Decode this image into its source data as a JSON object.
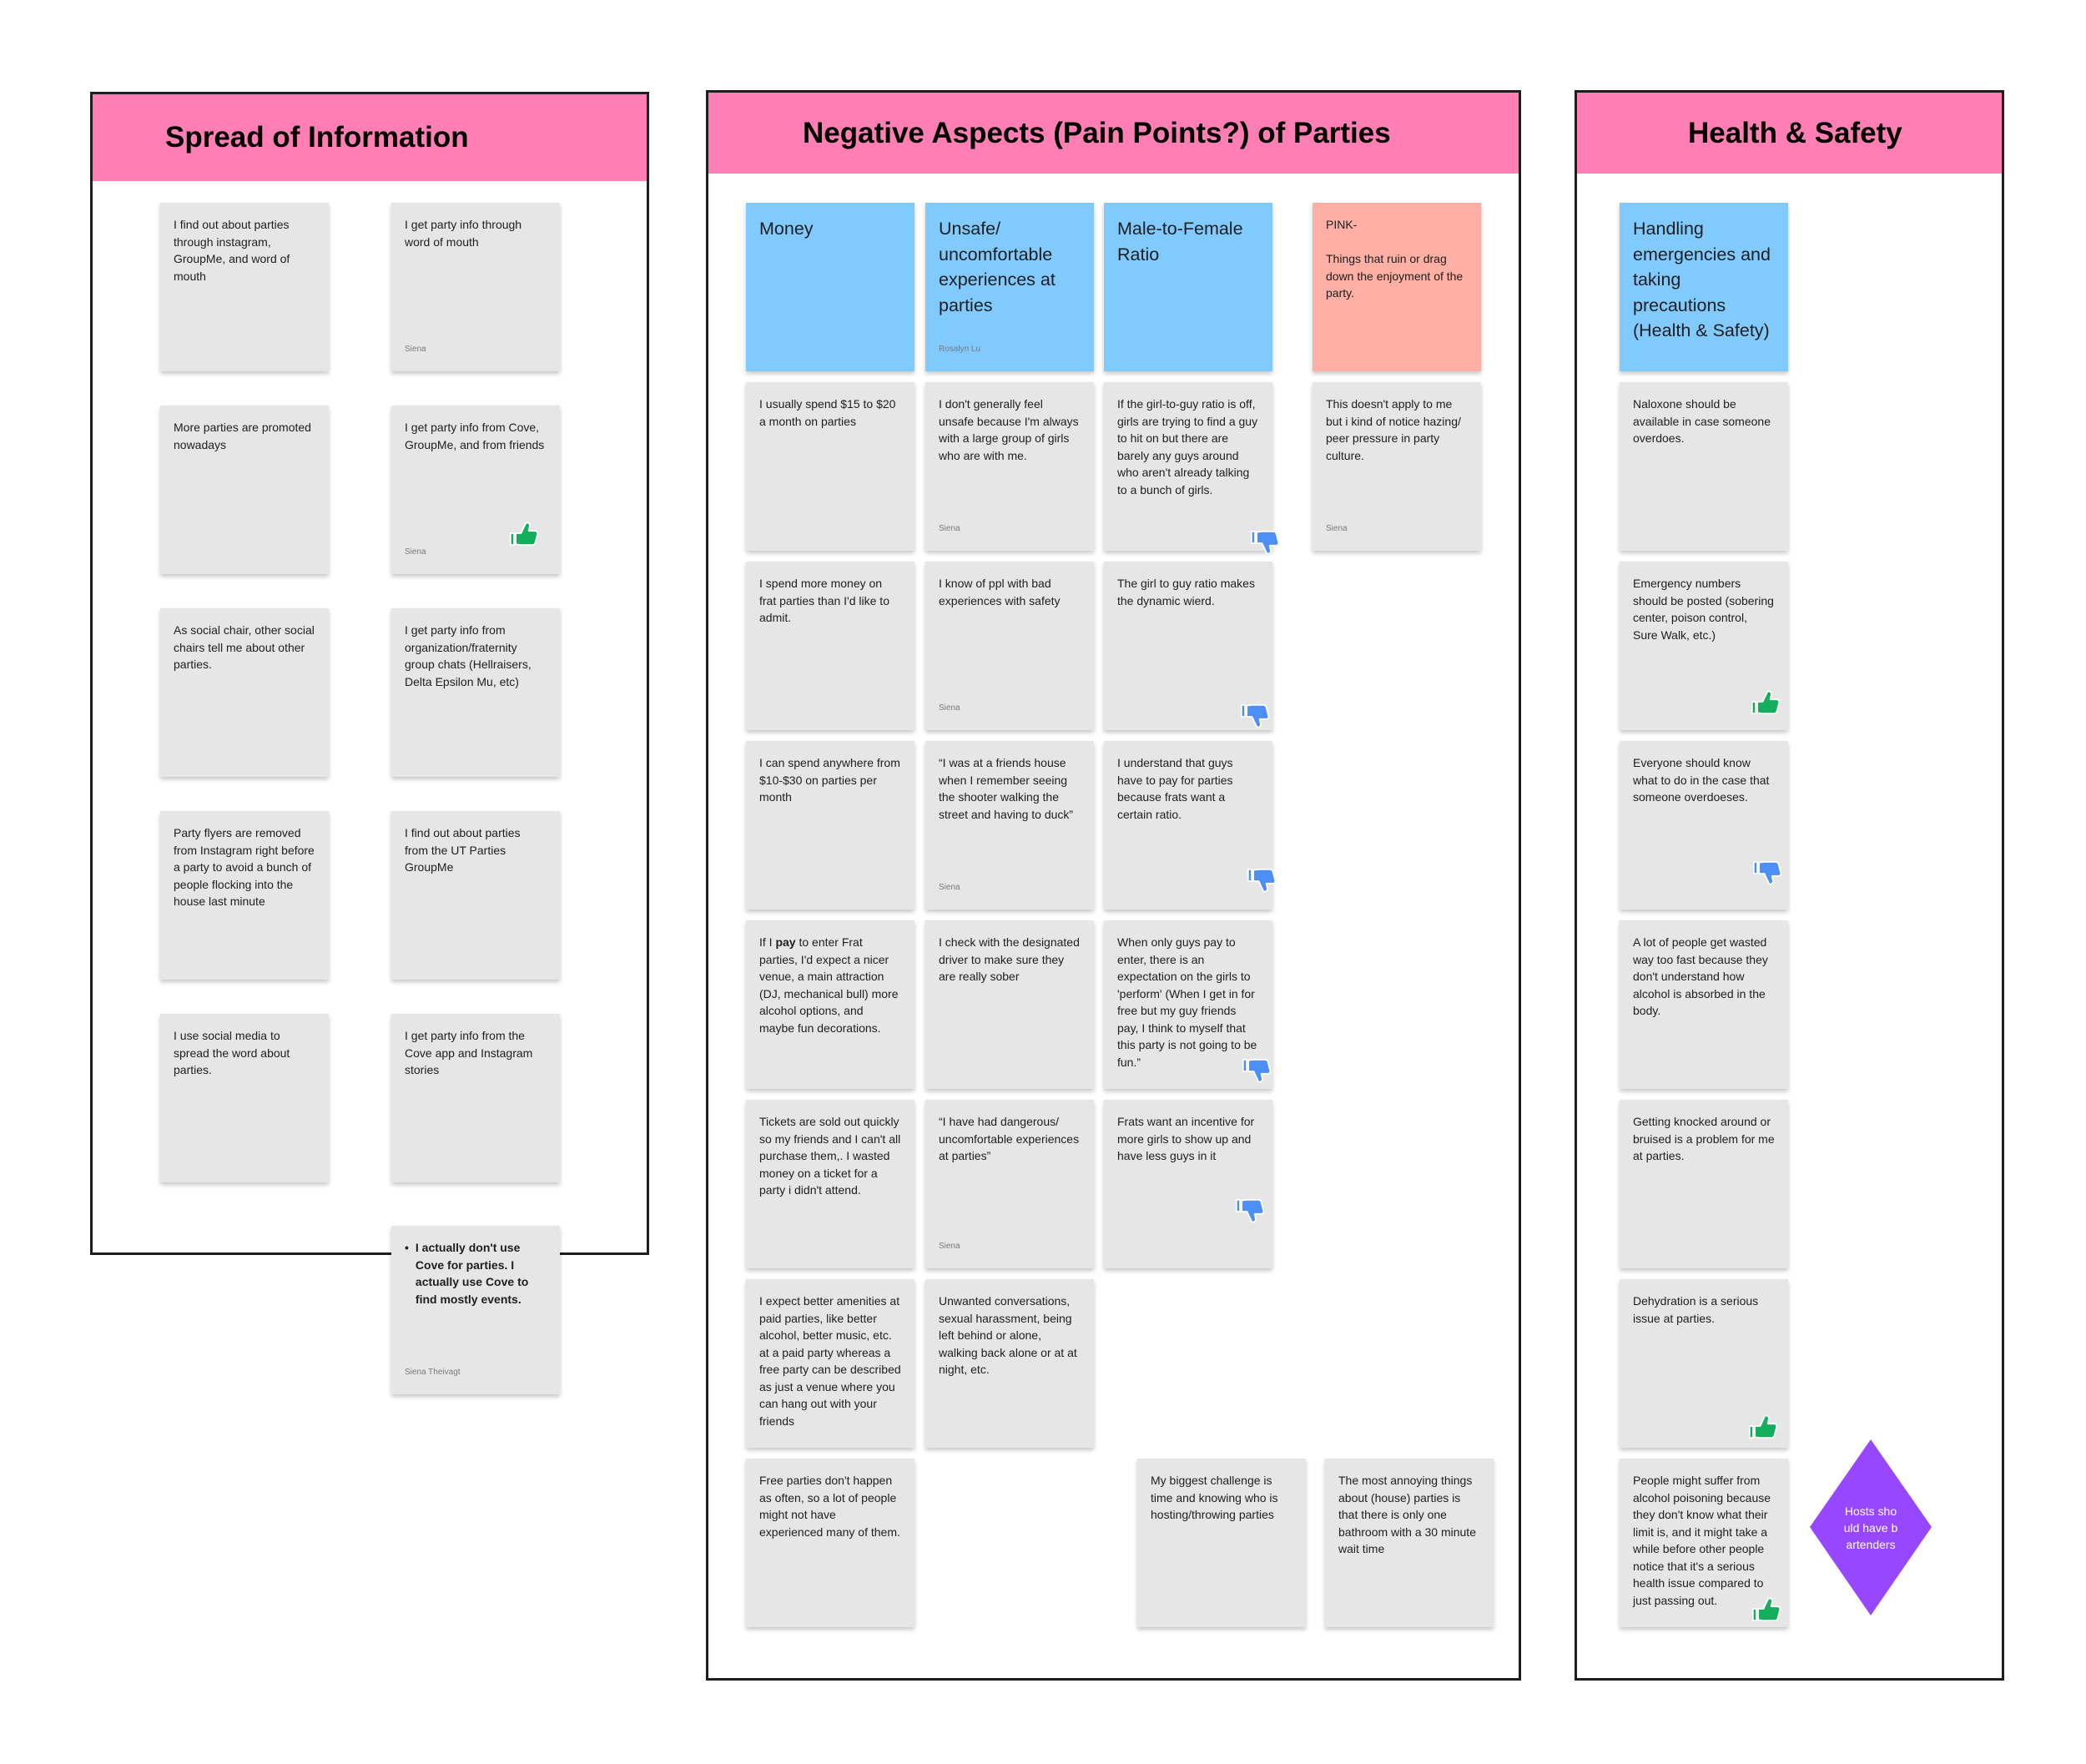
{
  "sections": {
    "spread": {
      "title": "Spread of Information"
    },
    "negative": {
      "title": "Negative Aspects (Pain Points?) of Parties"
    },
    "health": {
      "title": "Health & Safety"
    }
  },
  "spread_notes": {
    "n1": {
      "text": "I find out about parties through instagram, GroupMe, and word of mouth"
    },
    "n2": {
      "text": "I get party info through word of mouth",
      "author": "Siena"
    },
    "n3": {
      "text": "More parties are promoted nowadays"
    },
    "n4": {
      "text": "I get party info from Cove, GroupMe, and from friends",
      "author": "Siena"
    },
    "n5": {
      "text": "As social chair, other social chairs tell me about other parties."
    },
    "n6": {
      "text": "I get party info from organization/fraternity group chats (Hellraisers, Delta Epsilon Mu, etc)"
    },
    "n7": {
      "text": "Party flyers are removed from Instagram right before a party to avoid a bunch of people flocking into the house last minute"
    },
    "n8": {
      "text": "I find out about parties from the UT Parties GroupMe"
    },
    "n9": {
      "text": "I use social media to spread the word about parties."
    },
    "n10": {
      "text": "I get party info from the Cove app and Instagram stories"
    },
    "n11": {
      "text": "I actually don't use Cove for parties. I actually use Cove to find mostly events.",
      "author": "Siena Theivagt"
    }
  },
  "negative_headers": {
    "money": {
      "text": "Money"
    },
    "unsafe": {
      "text": "Unsafe/ uncomfortable experiences at parties",
      "author": "Rosalyn Lu"
    },
    "ratio": {
      "text": "Male-to-Female Ratio"
    },
    "pink": {
      "text": "PINK-\n\nThings that ruin or drag down the enjoyment of the party."
    }
  },
  "negative_notes": {
    "money": [
      {
        "text": "I usually spend $15 to $20 a month on parties"
      },
      {
        "text": "I spend more money on frat parties than I'd like to admit."
      },
      {
        "text": "I can spend anywhere from $10-$30 on parties per month"
      },
      {
        "pre": "If I ",
        "bold": "pay",
        "post": " to enter Frat parties, I'd expect a nicer venue, a main attraction (DJ, mechanical bull) more alcohol options, and maybe fun decorations."
      },
      {
        "text": "Tickets are sold out quickly so my friends and I can't all purchase them,. I wasted money on a ticket for a party i didn't attend."
      },
      {
        "text": "I expect better amenities at paid parties, like better alcohol, better music, etc. at a paid party whereas a free party can be described as just a venue where you can hang out with your friends"
      },
      {
        "text": "Free parties don't happen as often, so a lot of people might not have experienced many of them."
      }
    ],
    "unsafe": [
      {
        "text": "I don't generally feel unsafe because I'm always with a large group of girls who are with me.",
        "author": "Siena"
      },
      {
        "text": "I know of ppl with bad experiences with safety",
        "author": "Siena"
      },
      {
        "text": "“I was at a friends house when I remember seeing the shooter walking the street and having to duck”",
        "author": "Siena"
      },
      {
        "text": "I check with the designated driver to make sure they are really sober"
      },
      {
        "text": "“I have had dangerous/ uncomfortable experiences at parties”",
        "author": "Siena"
      },
      {
        "text": "Unwanted conversations, sexual harassment, being left behind or alone, walking back alone or at at night, etc."
      }
    ],
    "ratio": [
      {
        "text": "If the girl-to-guy ratio is off, girls are trying to find a guy to hit on but there are barely any guys around who aren't already talking to a bunch of girls."
      },
      {
        "text": "The girl to guy ratio makes the dynamic wierd."
      },
      {
        "text": "I understand that guys have to pay for parties because frats want a certain ratio."
      },
      {
        "text": "When only guys pay to enter, there is an expectation on the girls to 'perform' (When I get in for free but my guy friends pay, I think to myself that this party is not going to be fun.”"
      },
      {
        "text": "Frats want an incentive for more girls to show up and have less guys in it"
      }
    ],
    "pink": [
      {
        "text": "This doesn't apply to me but i kind of notice hazing/ peer pressure in party culture.",
        "author": "Siena"
      }
    ],
    "extra": [
      {
        "text": "My biggest challenge is time and knowing who is hosting/throwing parties"
      },
      {
        "text": "The most annoying things about (house) parties is that there is only one bathroom with a 30 minute wait time"
      }
    ]
  },
  "health_header": {
    "text": "Handling emergencies and taking precautions (Health & Safety)"
  },
  "health_notes": [
    {
      "text": "Naloxone should be available in case someone overdoes."
    },
    {
      "text": "Emergency numbers should be posted (sobering center, poison control, Sure Walk, etc.)"
    },
    {
      "text": "Everyone should know what to do in the case that someone overdoeses."
    },
    {
      "text": "A lot of people get wasted way too fast because they don't understand how alcohol is absorbed in the body."
    },
    {
      "text": "Getting knocked around or bruised is a problem for me at parties."
    },
    {
      "text": "Dehydration is a serious issue at parties."
    },
    {
      "text": "People might suffer from alcohol poisoning because they don't know what their limit is, and it might take a while before other people notice that it's a serious health issue compared to just passing out."
    }
  ],
  "diamond": {
    "text": "Hosts should have bartenders"
  },
  "colors": {
    "header_pink": "#ff7eb3",
    "sticky_gray": "#e6e6e6",
    "sticky_blue": "#80caff",
    "sticky_salmon": "#ffafa3",
    "thumb_green": "#14ae5c",
    "thumb_blue": "#4d8ff7",
    "diamond_purple": "#9747ff"
  },
  "icons": [
    "thumbs-up-icon",
    "thumbs-down-icon"
  ]
}
